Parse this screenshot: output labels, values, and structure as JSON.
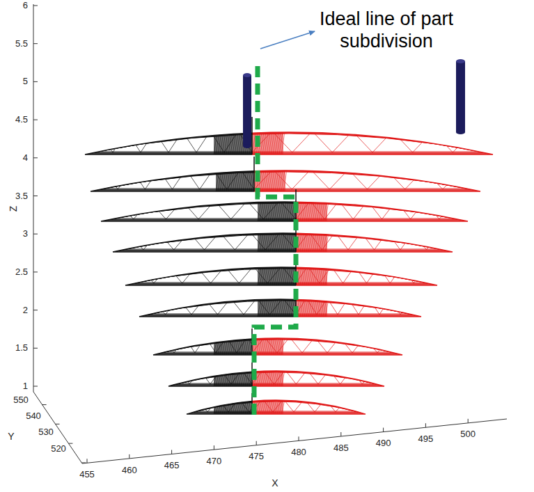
{
  "diagram": {
    "labels": [
      "Ideal line of part subdivision",
      "Z",
      "6",
      "5.5",
      "5",
      "4.5",
      "4",
      "3.5",
      "3",
      "2.5",
      "2",
      "1.5",
      "1",
      "Y",
      "550",
      "540",
      "530",
      "520",
      "X",
      "455",
      "460",
      "465",
      "470",
      "475",
      "480",
      "485",
      "490",
      "495",
      "500"
    ]
  }
}
